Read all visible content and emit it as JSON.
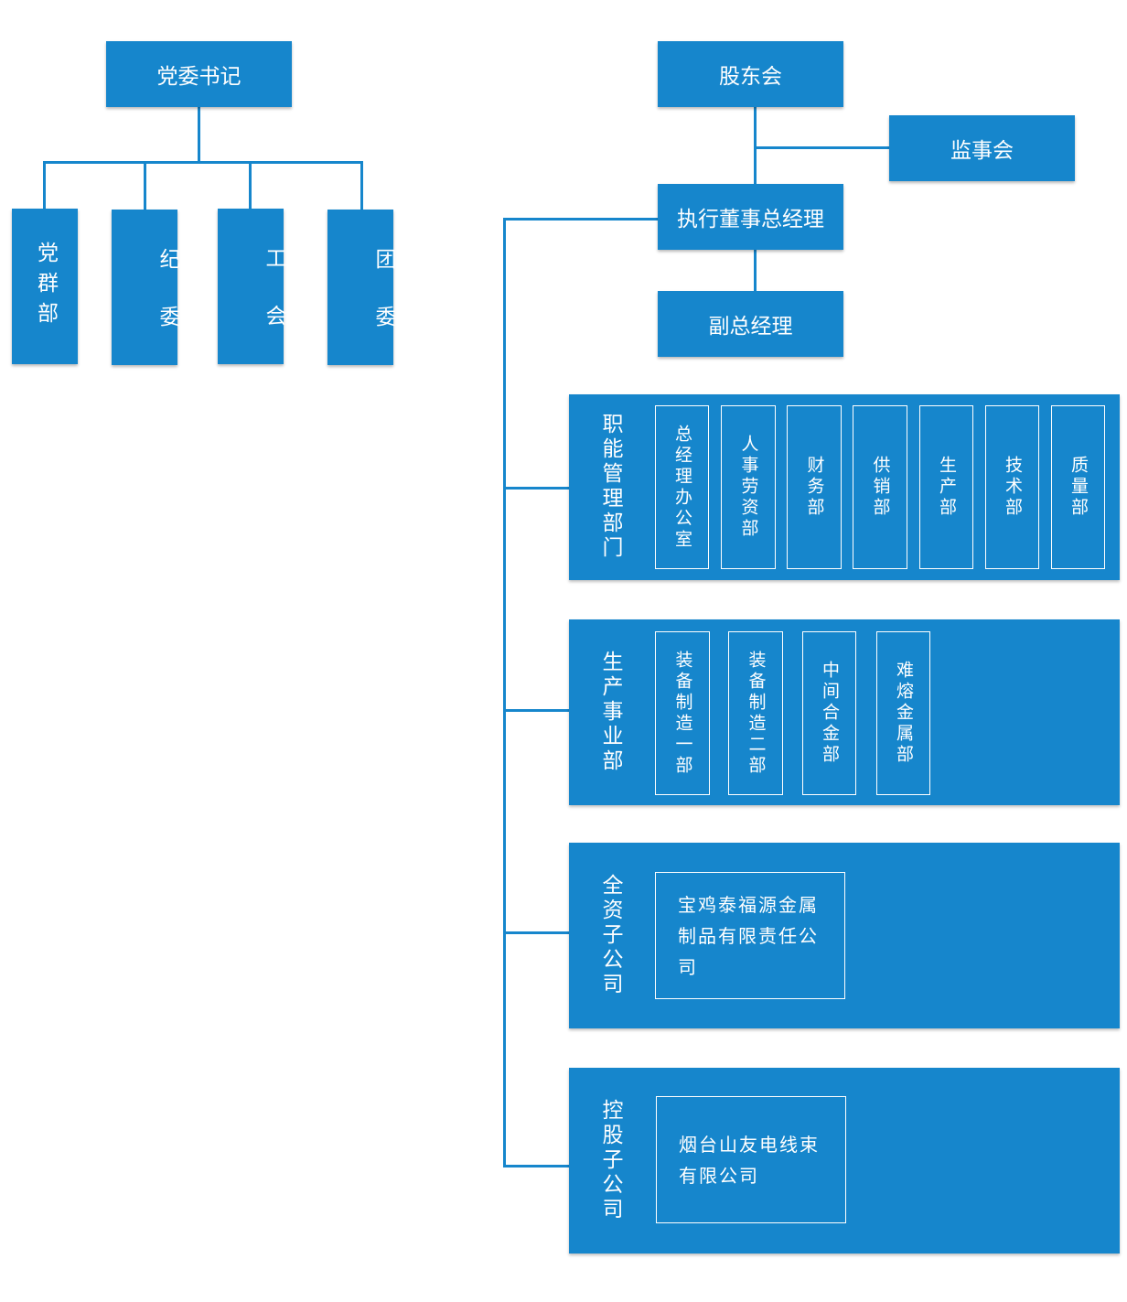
{
  "party": {
    "secretary": "党委书记",
    "units": [
      "党群部",
      "纪委",
      "工会",
      "团委"
    ]
  },
  "corp": {
    "shareholders": "股东会",
    "supervisors": "监事会",
    "executive": "执行董事总经理",
    "deputy": "副总经理"
  },
  "panels": {
    "functional": {
      "label": "职能管理部门",
      "items": [
        "总经理办公室",
        "人事劳资部",
        "财务部",
        "供销部",
        "生产部",
        "技术部",
        "质量部"
      ]
    },
    "production": {
      "label": "生产事业部",
      "items": [
        "装备制造一部",
        "装备制造二部",
        "中间合金部",
        "难熔金属部"
      ]
    },
    "wholly_owned": {
      "label": "全资子公司",
      "items": [
        "宝鸡泰福源金属制品有限责任公司"
      ]
    },
    "holding": {
      "label": "控股子公司",
      "items": [
        "烟台山友电线束有限公司"
      ]
    }
  }
}
